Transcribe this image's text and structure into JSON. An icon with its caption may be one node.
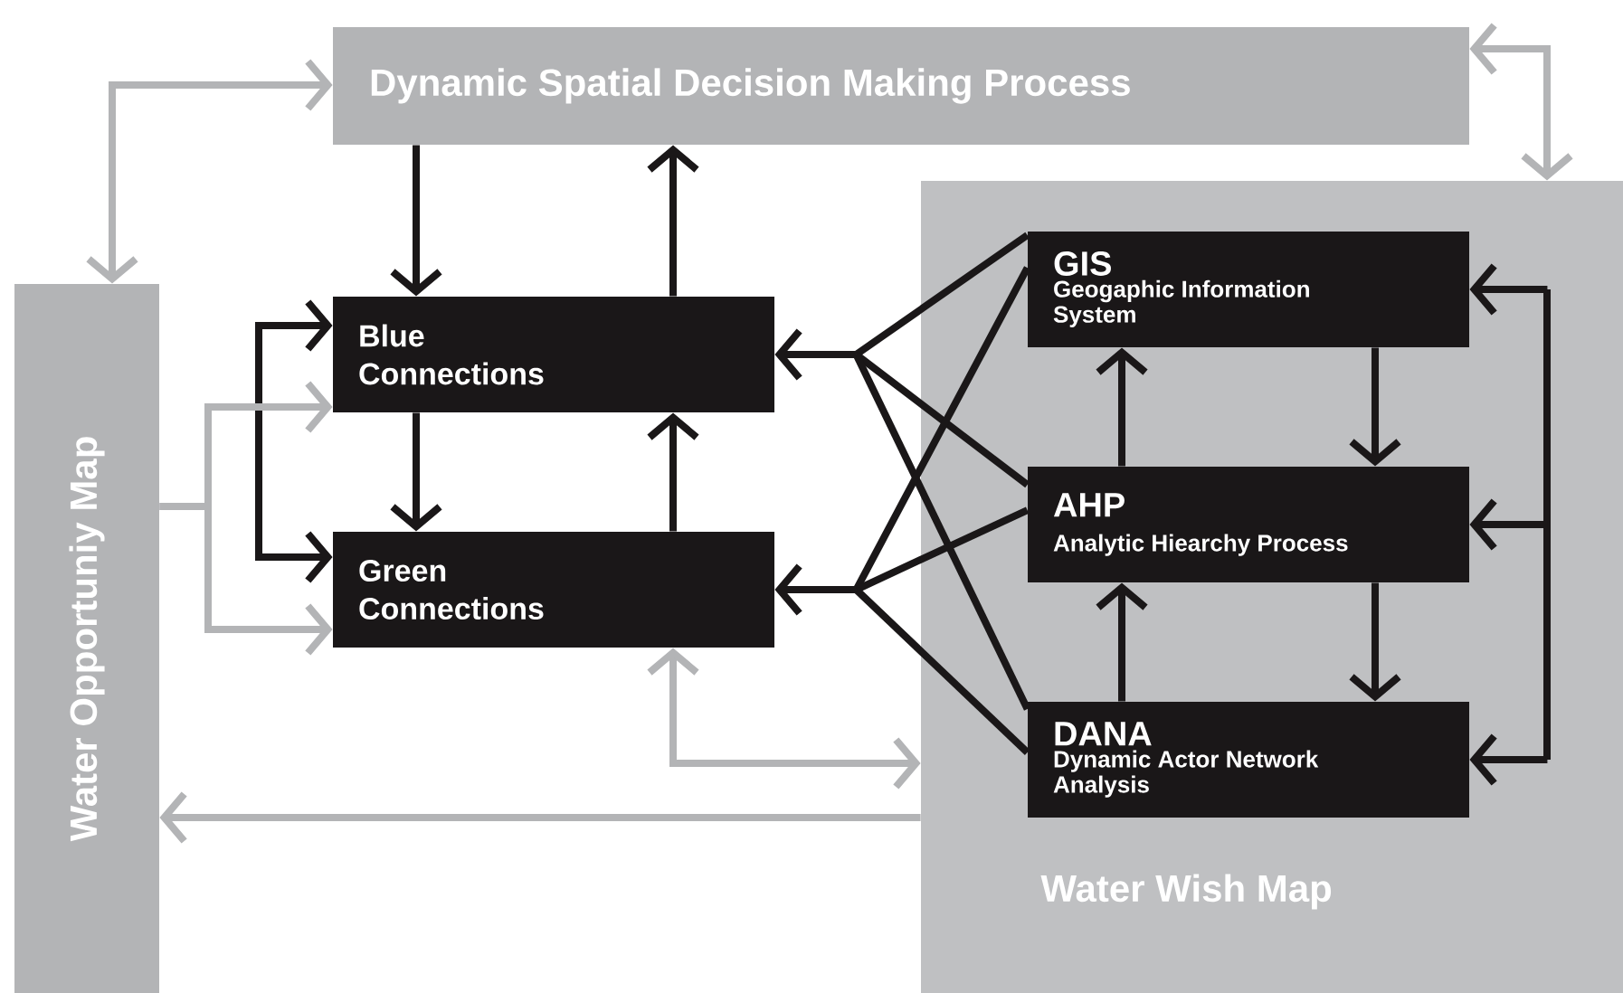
{
  "diagram": {
    "nodes": [
      {
        "text": [
          "Dynamic Spatial Decision Making Process"
        ]
      },
      {
        "text": [
          "Water Opportuniy Map"
        ]
      },
      {
        "text": [
          "Blue Connections"
        ]
      },
      {
        "text": [
          "Green Connections"
        ]
      },
      {
        "text": [
          "Water Wish Map"
        ]
      },
      {
        "text": [
          "GIS",
          "Geogaphic Information System"
        ],
        "in": 4
      },
      {
        "text": [
          "AHP",
          "Analytic Hiearchy Process"
        ],
        "in": 4
      },
      {
        "text": [
          "DANA",
          "Dynamic Actor Network Analysis"
        ],
        "in": 4
      }
    ],
    "edges": [
      {
        "from": 0,
        "to": 2,
        "arrow": "to"
      },
      {
        "from": 2,
        "to": 0,
        "arrow": "to"
      },
      {
        "from": 2,
        "to": 3,
        "arrow": "to"
      },
      {
        "from": 3,
        "to": 2,
        "arrow": "to"
      },
      {
        "from": 2,
        "to": 3,
        "arrow": "both"
      },
      {
        "from": 1,
        "to": 2,
        "arrow": "to",
        "color": "#b3b4b6"
      },
      {
        "from": 1,
        "to": 3,
        "arrow": "to",
        "color": "#b3b4b6"
      },
      {
        "from": 0,
        "to": 1,
        "arrow": "both",
        "color": "#b3b4b6"
      },
      {
        "from": 0,
        "to": 4,
        "arrow": "both",
        "color": "#b3b4b6"
      },
      {
        "from": 5,
        "to": 2,
        "arrow": "to"
      },
      {
        "from": 6,
        "to": 2,
        "arrow": "to"
      },
      {
        "from": 7,
        "to": 2,
        "arrow": "to"
      },
      {
        "from": 5,
        "to": 3,
        "arrow": "to"
      },
      {
        "from": 6,
        "to": 3,
        "arrow": "to"
      },
      {
        "from": 7,
        "to": 3,
        "arrow": "to"
      },
      {
        "from": 5,
        "to": 6,
        "arrow": "to"
      },
      {
        "from": 6,
        "to": 5,
        "arrow": "to"
      },
      {
        "from": 6,
        "to": 7,
        "arrow": "to"
      },
      {
        "from": 7,
        "to": 6,
        "arrow": "to"
      },
      {
        "from": null,
        "to": 5,
        "arrow": "to"
      },
      {
        "from": null,
        "to": 6,
        "arrow": "to"
      },
      {
        "from": null,
        "to": 7,
        "arrow": "to"
      },
      {
        "from": 3,
        "to": 4,
        "arrow": "both",
        "color": "#b3b4b6"
      },
      {
        "from": 4,
        "to": 1,
        "arrow": "to",
        "color": "#b3b4b6"
      }
    ]
  }
}
